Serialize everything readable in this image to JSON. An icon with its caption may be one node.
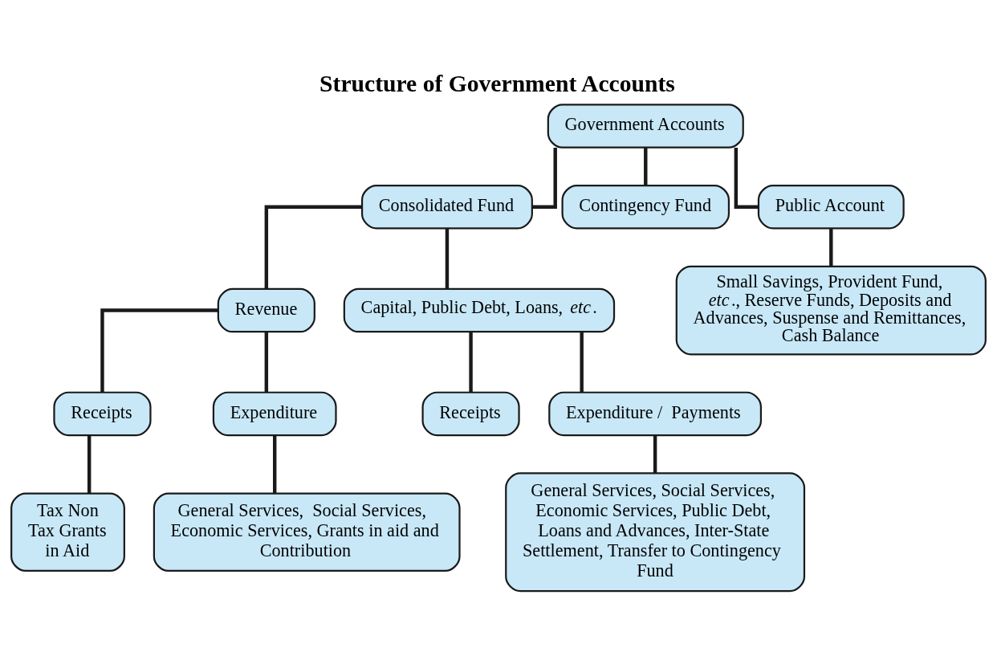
{
  "diagram": {
    "title": "Structure of Government Accounts",
    "nodes": [
      {
        "text": [
          "Government Accounts"
        ]
      },
      {
        "text": [
          "Consolidated Fund"
        ]
      },
      {
        "text": [
          "Contingency Fund"
        ]
      },
      {
        "text": [
          "Public Account"
        ]
      },
      {
        "text": [
          "Revenue"
        ]
      },
      {
        "text": [
          "Capital, Public Debt, Loans, *etc*."
        ]
      },
      {
        "text": [
          "Small Savings, Provident Fund, *etc*., Reserve Funds, Deposits and Advances, Suspense and Remittances, Cash Balance"
        ]
      },
      {
        "text": [
          "Receipts"
        ]
      },
      {
        "text": [
          "Expenditure"
        ]
      },
      {
        "text": [
          "Receipts"
        ]
      },
      {
        "text": [
          "Expenditure /  Payments"
        ]
      },
      {
        "text": [
          "Tax Non Tax Grants in Aid"
        ]
      },
      {
        "text": [
          "General Services,  Social Services,  Economic Services, Grants in aid and  Contribution"
        ]
      },
      {
        "text": [
          "General Services, Social Services, Economic Services, Public Debt, Loans and Advances, Inter-State Settlement, Transfer to Contingency Fund"
        ]
      }
    ],
    "edges": [
      {
        "from": 0,
        "to": 1,
        "arrow": "none"
      },
      {
        "from": 0,
        "to": 2,
        "arrow": "none"
      },
      {
        "from": 0,
        "to": 3,
        "arrow": "none"
      },
      {
        "from": 1,
        "to": 4,
        "arrow": "none"
      },
      {
        "from": 1,
        "to": 5,
        "arrow": "none"
      },
      {
        "from": 3,
        "to": 6,
        "arrow": "none"
      },
      {
        "from": 4,
        "to": 7,
        "arrow": "none"
      },
      {
        "from": 4,
        "to": 8,
        "arrow": "none"
      },
      {
        "from": 5,
        "to": 9,
        "arrow": "none"
      },
      {
        "from": 5,
        "to": 10,
        "arrow": "none"
      },
      {
        "from": 7,
        "to": 11,
        "arrow": "none"
      },
      {
        "from": 8,
        "to": 12,
        "arrow": "none"
      },
      {
        "from": 10,
        "to": 13,
        "arrow": "none"
      }
    ]
  }
}
